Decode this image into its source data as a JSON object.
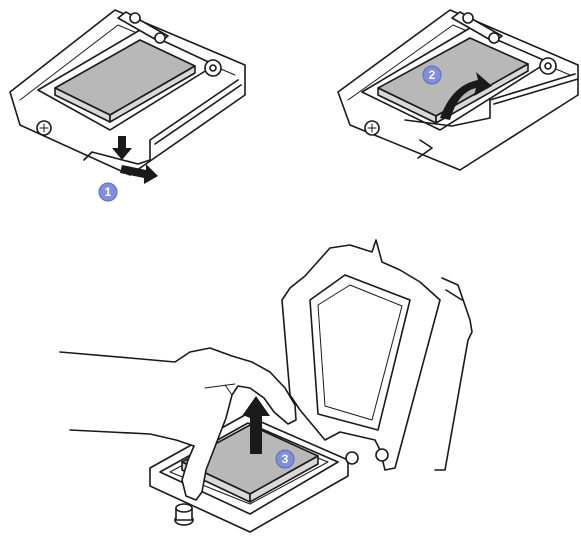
{
  "steps": [
    {
      "label": "1",
      "action": "press-down-and-push-lever-out"
    },
    {
      "label": "2",
      "action": "lift-retention-frame"
    },
    {
      "label": "3",
      "action": "lift-processor-out"
    }
  ],
  "colors": {
    "badge_fill": "#7f8fdc",
    "badge_stroke": "#5a6bc4",
    "arrow": "#1a1a1a",
    "processor_top": "#b8b8b8",
    "outline": "#1a1a1a"
  }
}
